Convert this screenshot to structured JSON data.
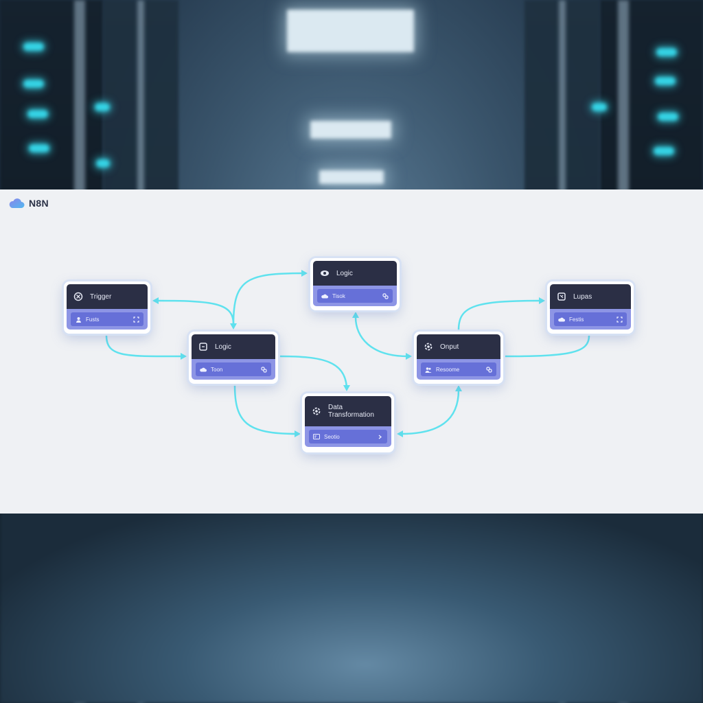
{
  "app": {
    "name": "N8N"
  },
  "nodes": {
    "trigger": {
      "title": "Trigger",
      "field": "Fusts"
    },
    "logic_top": {
      "title": "Logic",
      "field": "Tisok"
    },
    "logic_mid": {
      "title": "Logic",
      "field": "Toon"
    },
    "data_transformation": {
      "title": "Data Transformation",
      "field": "Seotio"
    },
    "output": {
      "title": "Onput",
      "field": "Resoome"
    },
    "lupas": {
      "title": "Lupas",
      "field": "Festis"
    }
  },
  "colors": {
    "panel": "#eff1f4",
    "node_header": "#2b2f45",
    "node_footer": "#8d95e5",
    "node_pill": "#6670d8",
    "connector": "#5fe2ee",
    "brand_cloud_from": "#8b84ea",
    "brand_cloud_to": "#52b8f0"
  }
}
